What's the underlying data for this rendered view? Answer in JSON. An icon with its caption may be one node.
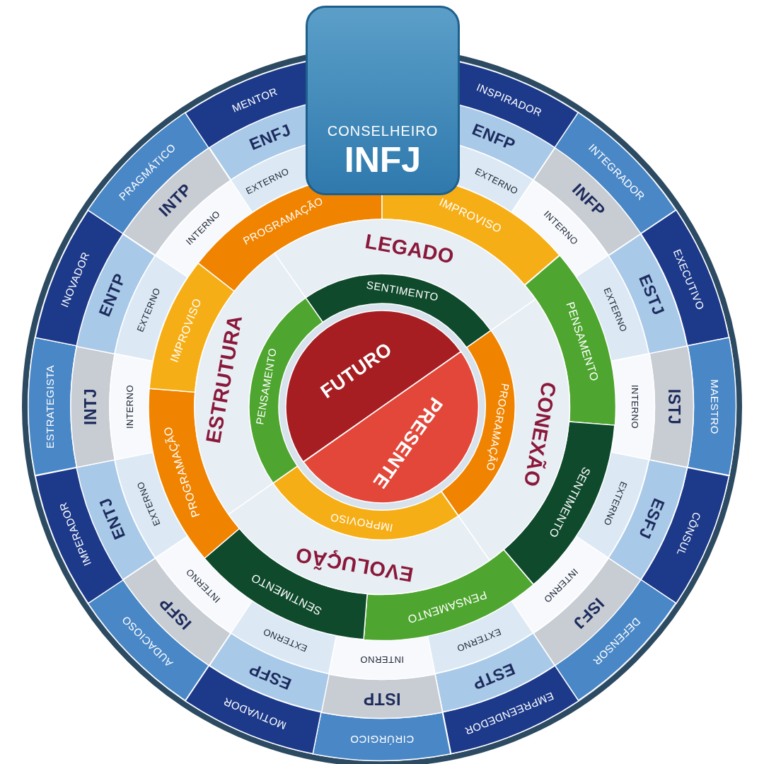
{
  "diagram": {
    "nodes": [
      {
        "text": [
          "CONSELHEIRO",
          "INFJ"
        ]
      },
      {
        "text": [
          "INSPIRADOR"
        ]
      },
      {
        "text": [
          "INTEGRADOR"
        ]
      },
      {
        "text": [
          "EXECUTIVO"
        ]
      },
      {
        "text": [
          "MAESTRO"
        ]
      },
      {
        "text": [
          "CÔNSUL"
        ]
      },
      {
        "text": [
          "DEFENSOR"
        ]
      },
      {
        "text": [
          "EMPREENDEDOR"
        ]
      },
      {
        "text": [
          "CIRÚRGICO"
        ]
      },
      {
        "text": [
          "MOTIVADOR"
        ]
      },
      {
        "text": [
          "AUDACIOSO"
        ]
      },
      {
        "text": [
          "IMPERADOR"
        ]
      },
      {
        "text": [
          "ESTRATEGISTA"
        ]
      },
      {
        "text": [
          "INOVADOR"
        ]
      },
      {
        "text": [
          "PRAGMÁTICO"
        ]
      },
      {
        "text": [
          "MENTOR"
        ]
      },
      {
        "text": [
          "ENFP"
        ]
      },
      {
        "text": [
          "INFP"
        ]
      },
      {
        "text": [
          "ESTJ"
        ]
      },
      {
        "text": [
          "ISTJ"
        ]
      },
      {
        "text": [
          "ESFJ"
        ]
      },
      {
        "text": [
          "ISFJ"
        ]
      },
      {
        "text": [
          "ESTP"
        ]
      },
      {
        "text": [
          "ISTP"
        ]
      },
      {
        "text": [
          "ESFP"
        ]
      },
      {
        "text": [
          "ISFP"
        ]
      },
      {
        "text": [
          "ENTJ"
        ]
      },
      {
        "text": [
          "INTJ"
        ]
      },
      {
        "text": [
          "ENTP"
        ]
      },
      {
        "text": [
          "INTP"
        ]
      },
      {
        "text": [
          "ENFJ"
        ]
      },
      {
        "text": [
          "EXTERNO"
        ]
      },
      {
        "text": [
          "INTERNO"
        ]
      },
      {
        "text": [
          "EXTERNO"
        ]
      },
      {
        "text": [
          "INTERNO"
        ]
      },
      {
        "text": [
          "EXTERNO"
        ]
      },
      {
        "text": [
          "INTERNO"
        ]
      },
      {
        "text": [
          "EXTERNO"
        ]
      },
      {
        "text": [
          "INTERNO"
        ]
      },
      {
        "text": [
          "EXTERNO"
        ]
      },
      {
        "text": [
          "INTERNO"
        ]
      },
      {
        "text": [
          "EXTERNO"
        ]
      },
      {
        "text": [
          "INTERNO"
        ]
      },
      {
        "text": [
          "EXTERNO"
        ]
      },
      {
        "text": [
          "INTERNO"
        ]
      },
      {
        "text": [
          "EXTERNO"
        ]
      },
      {
        "text": [
          "PROGRAMAÇÃO"
        ]
      },
      {
        "text": [
          "IMPROVISO"
        ]
      },
      {
        "text": [
          "PENSAMENTO"
        ]
      },
      {
        "text": [
          "SENTIMENTO"
        ]
      },
      {
        "text": [
          "PENSAMENTO"
        ]
      },
      {
        "text": [
          "SENTIMENTO"
        ]
      },
      {
        "text": [
          "PROGRAMAÇÃO"
        ]
      },
      {
        "text": [
          "IMPROVISO"
        ]
      },
      {
        "text": [
          "LEGADO"
        ]
      },
      {
        "text": [
          "CONEXÃO"
        ]
      },
      {
        "text": [
          "EVOLUÇÃO"
        ]
      },
      {
        "text": [
          "ESTRUTURA"
        ]
      },
      {
        "text": [
          "SENTIMENTO"
        ]
      },
      {
        "text": [
          "PROGRAMAÇÃO"
        ]
      },
      {
        "text": [
          "IMPROVISO"
        ]
      },
      {
        "text": [
          "PENSAMENTO"
        ]
      },
      {
        "text": [
          "FUTURO"
        ]
      },
      {
        "text": [
          "PRESENTE"
        ]
      }
    ]
  }
}
